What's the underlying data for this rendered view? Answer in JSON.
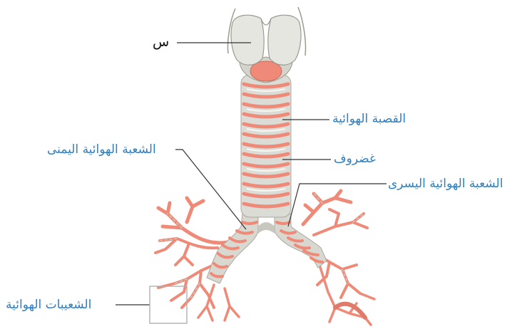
{
  "labels": {
    "larynx_marker": "س",
    "trachea": "القصبة الهوائية",
    "cartilage": "غضروف",
    "right_bronchus": "الشعبة الهوائية اليمنى",
    "left_bronchus": "الشعبة الهوائية اليسرى",
    "bronchioles": "الشعيبات الهوائية"
  },
  "colors": {
    "label_text": "#2e7fc4",
    "cartilage_ring": "#f08a78",
    "airway_tissue": "#dcdcd6",
    "larynx": "#e6e6e0",
    "leader_line": "#333333"
  }
}
